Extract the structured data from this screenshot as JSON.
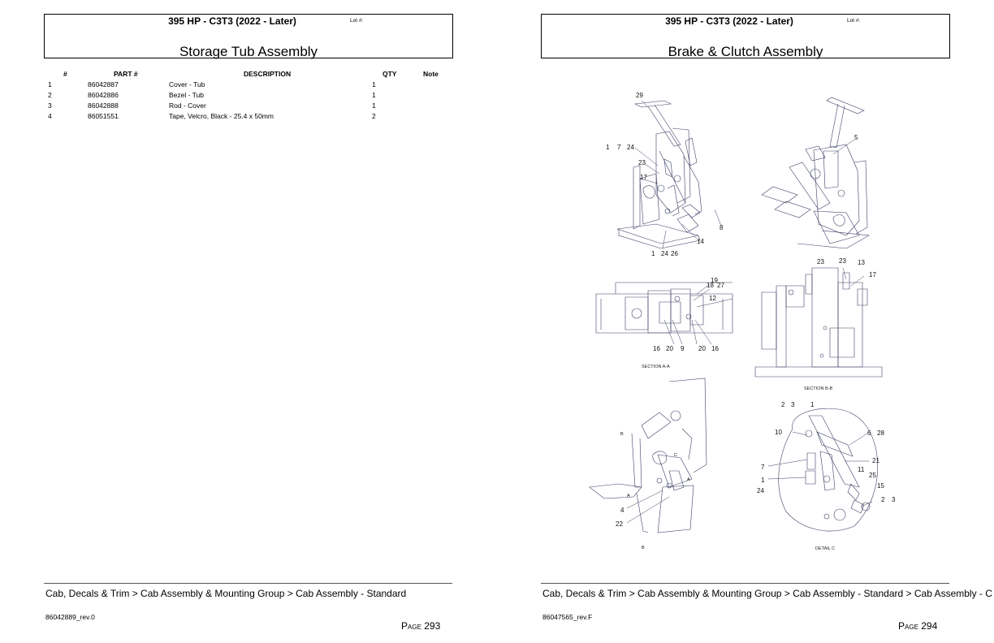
{
  "left_page": {
    "model": "395 HP - C3T3 (2022 - Later)",
    "lot_label": "Lot #:",
    "title": "Storage Tub Assembly",
    "columns": {
      "num": "#",
      "part": "PART #",
      "desc": "DESCRIPTION",
      "qty": "QTY",
      "note": "Note"
    },
    "parts": [
      {
        "num": "1",
        "part": "86042887",
        "desc": "Cover - Tub",
        "qty": "1"
      },
      {
        "num": "2",
        "part": "86042886",
        "desc": "Bezel - Tub",
        "qty": "1"
      },
      {
        "num": "3",
        "part": "86042888",
        "desc": "Rod - Cover",
        "qty": "1"
      },
      {
        "num": "4",
        "part": "86051551",
        "desc": "Tape, Velcro, Black - 25.4 x 50mm",
        "qty": "2"
      }
    ],
    "footer_path": "Cab, Decals & Trim > Cab Assembly & Mounting Group > Cab Assembly - Standard",
    "doc_id": "86042889_rev.0",
    "page_word": "Page",
    "page_number": "293"
  },
  "right_page": {
    "model": "395 HP - C3T3 (2022 - Later)",
    "lot_label": "Lot #:",
    "title": "Brake & Clutch Assembly",
    "diagram": {
      "callouts_top_left": [
        "29",
        "1",
        "7",
        "24",
        "23",
        "17",
        "8",
        "14",
        "1",
        "24",
        "26"
      ],
      "callouts_top_right": [
        "5"
      ],
      "callouts_section_a": [
        "19",
        "18",
        "27",
        "12",
        "16",
        "20",
        "9",
        "20",
        "16"
      ],
      "callouts_section_b": [
        "23",
        "23",
        "13",
        "17"
      ],
      "callouts_bottom_left": [
        "4",
        "22"
      ],
      "callouts_detail_c": [
        "2",
        "3",
        "1",
        "10",
        "6",
        "28",
        "21",
        "7",
        "11",
        "25",
        "1",
        "24",
        "15",
        "2",
        "3"
      ],
      "view_letters": [
        "B",
        "C",
        "A",
        "A",
        "B"
      ],
      "section_a_label": "SECTION A-A",
      "section_b_label": "SECTION B-B",
      "detail_c_label": "DETAIL C"
    },
    "footer_path": "Cab, Decals & Trim > Cab Assembly & Mounting Group > Cab Assembly - Standard > Cab Assembly - C",
    "doc_id": "86047565_rev.F",
    "page_word": "Page",
    "page_number": "294"
  }
}
